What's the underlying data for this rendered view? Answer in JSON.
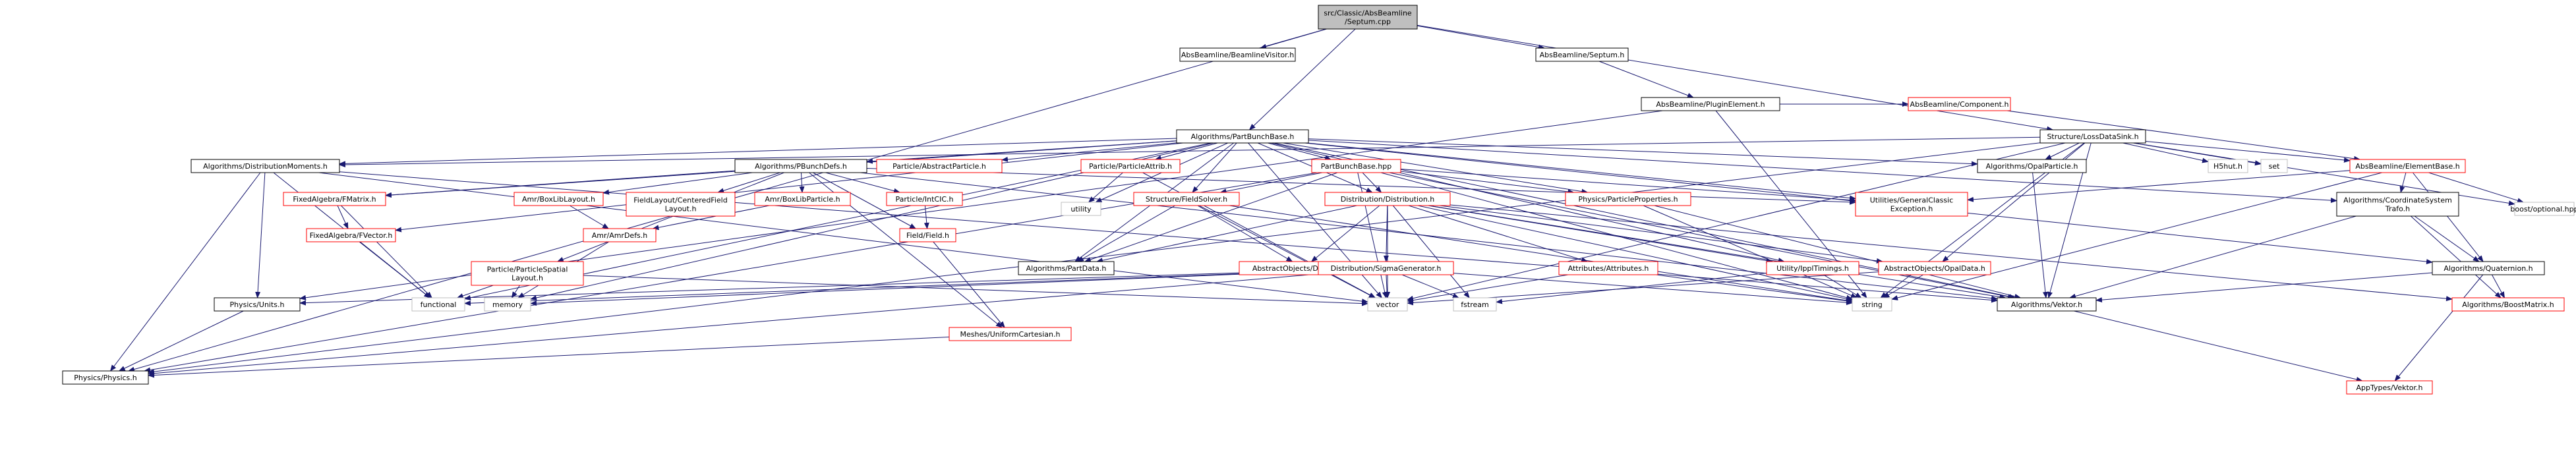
{
  "colors": {
    "edge": "#191970",
    "root_fill": "#bfbfbf",
    "root_border": "#000000",
    "doc_border": "#000000",
    "missing_border": "#ff0000",
    "plain_border": "#bfbfbf",
    "missing_text": "#000000"
  },
  "nodes": [
    {
      "id": "root",
      "lines": [
        "src/Classic/AbsBeamline",
        "/Septum.cpp"
      ],
      "kind": "root"
    },
    {
      "id": "bvis",
      "lines": [
        "AbsBeamline/BeamlineVisitor.h"
      ],
      "kind": "doc"
    },
    {
      "id": "septum",
      "lines": [
        "AbsBeamline/Septum.h"
      ],
      "kind": "doc"
    },
    {
      "id": "plugin",
      "lines": [
        "AbsBeamline/PluginElement.h"
      ],
      "kind": "doc"
    },
    {
      "id": "component",
      "lines": [
        "AbsBeamline/Component.h"
      ],
      "kind": "missing"
    },
    {
      "id": "pbb",
      "lines": [
        "Algorithms/PartBunchBase.h"
      ],
      "kind": "doc"
    },
    {
      "id": "lds",
      "lines": [
        "Structure/LossDataSink.h"
      ],
      "kind": "doc"
    },
    {
      "id": "dmom",
      "lines": [
        "Algorithms/DistributionMoments.h"
      ],
      "kind": "doc"
    },
    {
      "id": "pbd",
      "lines": [
        "Algorithms/PBunchDefs.h"
      ],
      "kind": "doc"
    },
    {
      "id": "abspart",
      "lines": [
        "Particle/AbstractParticle.h"
      ],
      "kind": "missing"
    },
    {
      "id": "pattrib",
      "lines": [
        "Particle/ParticleAttrib.h"
      ],
      "kind": "missing"
    },
    {
      "id": "pbhpp",
      "lines": [
        "PartBunchBase.hpp"
      ],
      "kind": "missing"
    },
    {
      "id": "opalpart",
      "lines": [
        "Algorithms/OpalParticle.h"
      ],
      "kind": "doc"
    },
    {
      "id": "h5hut",
      "lines": [
        "H5hut.h"
      ],
      "kind": "plain"
    },
    {
      "id": "set",
      "lines": [
        "set"
      ],
      "kind": "plain"
    },
    {
      "id": "elembase",
      "lines": [
        "AbsBeamline/ElementBase.h"
      ],
      "kind": "missing"
    },
    {
      "id": "fmatrix",
      "lines": [
        "FixedAlgebra/FMatrix.h"
      ],
      "kind": "missing"
    },
    {
      "id": "fvector",
      "lines": [
        "FixedAlgebra/FVector.h"
      ],
      "kind": "missing"
    },
    {
      "id": "amrbll",
      "lines": [
        "Amr/BoxLibLayout.h"
      ],
      "kind": "missing"
    },
    {
      "id": "fllayout",
      "lines": [
        "FieldLayout/CenteredField",
        "Layout.h"
      ],
      "kind": "missing"
    },
    {
      "id": "amrblp",
      "lines": [
        "Amr/BoxLibParticle.h"
      ],
      "kind": "missing"
    },
    {
      "id": "intcic",
      "lines": [
        "Particle/IntCIC.h"
      ],
      "kind": "missing"
    },
    {
      "id": "fieldsolver",
      "lines": [
        "Structure/FieldSolver.h"
      ],
      "kind": "missing"
    },
    {
      "id": "distr",
      "lines": [
        "Distribution/Distribution.h"
      ],
      "kind": "missing"
    },
    {
      "id": "utility",
      "lines": [
        "utility"
      ],
      "kind": "plain"
    },
    {
      "id": "physprop",
      "lines": [
        "Physics/ParticleProperties.h"
      ],
      "kind": "missing"
    },
    {
      "id": "genexc",
      "lines": [
        "Utilities/GeneralClassic",
        "Exception.h"
      ],
      "kind": "missing"
    },
    {
      "id": "coordsys",
      "lines": [
        "Algorithms/CoordinateSystem",
        "Trafo.h"
      ],
      "kind": "doc"
    },
    {
      "id": "boostopt",
      "lines": [
        "boost/optional.hpp"
      ],
      "kind": "plain"
    },
    {
      "id": "amrdefs",
      "lines": [
        "Amr/AmrDefs.h"
      ],
      "kind": "missing"
    },
    {
      "id": "pspatial",
      "lines": [
        "Particle/ParticleSpatial",
        "Layout.h"
      ],
      "kind": "missing"
    },
    {
      "id": "field",
      "lines": [
        "Field/Field.h"
      ],
      "kind": "missing"
    },
    {
      "id": "partdata",
      "lines": [
        "Algorithms/PartData.h"
      ],
      "kind": "doc"
    },
    {
      "id": "absdef",
      "lines": [
        "AbstractObjects/Definition.h"
      ],
      "kind": "missing"
    },
    {
      "id": "sigmagen",
      "lines": [
        "Distribution/SigmaGenerator.h"
      ],
      "kind": "missing"
    },
    {
      "id": "attribs",
      "lines": [
        "Attributes/Attributes.h"
      ],
      "kind": "missing"
    },
    {
      "id": "ippl",
      "lines": [
        "Utility/IpplTimings.h"
      ],
      "kind": "missing"
    },
    {
      "id": "opaldata",
      "lines": [
        "AbstractObjects/OpalData.h"
      ],
      "kind": "missing"
    },
    {
      "id": "quat",
      "lines": [
        "Algorithms/Quaternion.h"
      ],
      "kind": "doc"
    },
    {
      "id": "units",
      "lines": [
        "Physics/Units.h"
      ],
      "kind": "doc"
    },
    {
      "id": "functional",
      "lines": [
        "functional"
      ],
      "kind": "plain"
    },
    {
      "id": "memory",
      "lines": [
        "memory"
      ],
      "kind": "plain"
    },
    {
      "id": "vector",
      "lines": [
        "vector"
      ],
      "kind": "plain"
    },
    {
      "id": "fstream",
      "lines": [
        "fstream"
      ],
      "kind": "plain"
    },
    {
      "id": "string",
      "lines": [
        "string"
      ],
      "kind": "plain"
    },
    {
      "id": "vektor",
      "lines": [
        "Algorithms/Vektor.h"
      ],
      "kind": "doc"
    },
    {
      "id": "boostmat",
      "lines": [
        "Algorithms/BoostMatrix.h"
      ],
      "kind": "missing"
    },
    {
      "id": "mesh",
      "lines": [
        "Meshes/UniformCartesian.h"
      ],
      "kind": "missing"
    },
    {
      "id": "physics",
      "lines": [
        "Physics/Physics.h"
      ],
      "kind": "doc"
    },
    {
      "id": "apptypes",
      "lines": [
        "AppTypes/Vektor.h"
      ],
      "kind": "missing"
    }
  ],
  "edges": [
    [
      "root",
      "bvis"
    ],
    [
      "root",
      "septum"
    ],
    [
      "root",
      "pbb"
    ],
    [
      "root",
      "lds"
    ],
    [
      "root",
      "physics"
    ],
    [
      "septum",
      "plugin"
    ],
    [
      "plugin",
      "component"
    ],
    [
      "plugin",
      "string"
    ],
    [
      "plugin",
      "units"
    ],
    [
      "component",
      "elembase"
    ],
    [
      "pbb",
      "dmom"
    ],
    [
      "pbb",
      "pbd"
    ],
    [
      "pbb",
      "abspart"
    ],
    [
      "pbb",
      "pattrib"
    ],
    [
      "pbb",
      "pbhpp"
    ],
    [
      "pbb",
      "opalpart"
    ],
    [
      "pbb",
      "fmatrix"
    ],
    [
      "pbb",
      "fvector"
    ],
    [
      "pbb",
      "fieldsolver"
    ],
    [
      "pbb",
      "distr"
    ],
    [
      "pbb",
      "utility"
    ],
    [
      "pbb",
      "physprop"
    ],
    [
      "pbb",
      "genexc"
    ],
    [
      "pbb",
      "partdata"
    ],
    [
      "pbb",
      "ippl"
    ],
    [
      "pbb",
      "quat"
    ],
    [
      "pbb",
      "functional"
    ],
    [
      "pbb",
      "memory"
    ],
    [
      "pbb",
      "vector"
    ],
    [
      "pbb",
      "vektor"
    ],
    [
      "pbb",
      "coordsys"
    ],
    [
      "lds",
      "opalpart"
    ],
    [
      "lds",
      "h5hut"
    ],
    [
      "lds",
      "set"
    ],
    [
      "lds",
      "elembase"
    ],
    [
      "lds",
      "boostopt"
    ],
    [
      "lds",
      "vector"
    ],
    [
      "lds",
      "string"
    ],
    [
      "lds",
      "vektor"
    ],
    [
      "lds",
      "opaldata"
    ],
    [
      "lds",
      "dmom"
    ],
    [
      "lds",
      "physics"
    ],
    [
      "dmom",
      "units"
    ],
    [
      "dmom",
      "physics"
    ],
    [
      "dmom",
      "vector"
    ],
    [
      "dmom",
      "vektor"
    ],
    [
      "dmom",
      "functional"
    ],
    [
      "pbd",
      "amrbll"
    ],
    [
      "pbd",
      "fllayout"
    ],
    [
      "pbd",
      "amrblp"
    ],
    [
      "pbd",
      "intcic"
    ],
    [
      "pbd",
      "pspatial"
    ],
    [
      "pbd",
      "field"
    ],
    [
      "pbd",
      "fmatrix"
    ],
    [
      "pbd",
      "genexc"
    ],
    [
      "pbd",
      "mesh"
    ],
    [
      "pbd",
      "vektor"
    ],
    [
      "pattrib",
      "utility"
    ],
    [
      "pattrib",
      "vector"
    ],
    [
      "pbhpp",
      "fieldsolver"
    ],
    [
      "pbhpp",
      "distr"
    ],
    [
      "pbhpp",
      "physprop"
    ],
    [
      "pbhpp",
      "genexc"
    ],
    [
      "pbhpp",
      "partdata"
    ],
    [
      "pbhpp",
      "physics"
    ],
    [
      "pbhpp",
      "string"
    ],
    [
      "pbhpp",
      "vector"
    ],
    [
      "pbhpp",
      "vektor"
    ],
    [
      "opalpart",
      "vektor"
    ],
    [
      "elembase",
      "genexc"
    ],
    [
      "elembase",
      "coordsys"
    ],
    [
      "elembase",
      "quat"
    ],
    [
      "elembase",
      "boostopt"
    ],
    [
      "elembase",
      "string"
    ],
    [
      "fmatrix",
      "fvector"
    ],
    [
      "fmatrix",
      "functional"
    ],
    [
      "fvector",
      "functional"
    ],
    [
      "amrbll",
      "amrdefs"
    ],
    [
      "amrdefs",
      "memory"
    ],
    [
      "amrblp",
      "amrdefs"
    ],
    [
      "intcic",
      "field"
    ],
    [
      "field",
      "mesh"
    ],
    [
      "pspatial",
      "functional"
    ],
    [
      "pspatial",
      "memory"
    ],
    [
      "pspatial",
      "vector"
    ],
    [
      "fieldsolver",
      "absdef"
    ],
    [
      "fieldsolver",
      "partdata"
    ],
    [
      "fieldsolver",
      "vector"
    ],
    [
      "fieldsolver",
      "string"
    ],
    [
      "distr",
      "sigmagen"
    ],
    [
      "distr",
      "attribs"
    ],
    [
      "distr",
      "absdef"
    ],
    [
      "distr",
      "partdata"
    ],
    [
      "distr",
      "ippl"
    ],
    [
      "distr",
      "opaldata"
    ],
    [
      "distr",
      "vector"
    ],
    [
      "distr",
      "fstream"
    ],
    [
      "distr",
      "string"
    ],
    [
      "distr",
      "vektor"
    ],
    [
      "distr",
      "boostmat"
    ],
    [
      "physprop",
      "vektor"
    ],
    [
      "physprop",
      "string"
    ],
    [
      "coordsys",
      "quat"
    ],
    [
      "coordsys",
      "vektor"
    ],
    [
      "coordsys",
      "boostmat"
    ],
    [
      "sigmagen",
      "units"
    ],
    [
      "sigmagen",
      "physics"
    ],
    [
      "sigmagen",
      "vector"
    ],
    [
      "sigmagen",
      "string"
    ],
    [
      "sigmagen",
      "fstream"
    ],
    [
      "sigmagen",
      "memory"
    ],
    [
      "sigmagen",
      "functional"
    ],
    [
      "attribs",
      "vector"
    ],
    [
      "attribs",
      "string"
    ],
    [
      "ippl",
      "string"
    ],
    [
      "ippl",
      "fstream"
    ],
    [
      "opaldata",
      "string"
    ],
    [
      "opaldata",
      "vector"
    ],
    [
      "quat",
      "vektor"
    ],
    [
      "quat",
      "boostmat"
    ],
    [
      "quat",
      "apptypes"
    ],
    [
      "units",
      "physics"
    ],
    [
      "vektor",
      "apptypes"
    ],
    [
      "mesh",
      "physics"
    ]
  ]
}
